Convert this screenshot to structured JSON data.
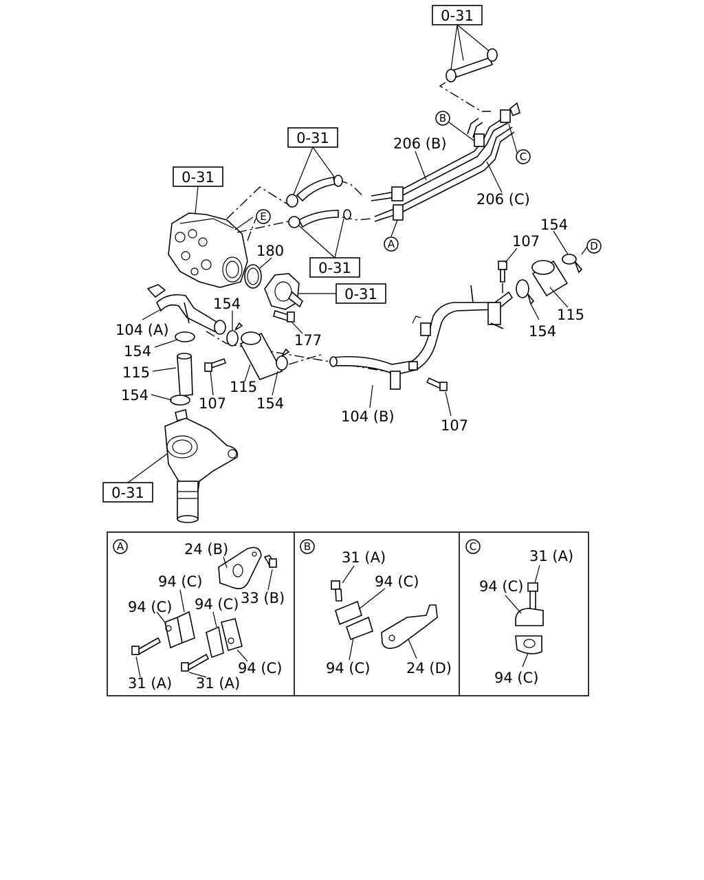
{
  "diagram": {
    "ref_label": "0-31",
    "callouts": {
      "c206b": "206 (B)",
      "c206c": "206 (C)",
      "c154_tr": "154",
      "c107_tr": "107",
      "c180": "180",
      "c154_mid": "154",
      "c104a": "104 (A)",
      "c154_l1": "154",
      "c115_l": "115",
      "c154_l2": "154",
      "c107_l": "107",
      "c115_m": "115",
      "c154_m2": "154",
      "c177": "177",
      "c104b": "104 (B)",
      "c107_b": "107",
      "c115_r": "115",
      "c154_r": "154"
    },
    "circle_markers": {
      "a": "A",
      "b": "B",
      "c": "C",
      "d": "D",
      "e": "E"
    },
    "detail_boxes": {
      "a": {
        "marker": "A",
        "labels": {
          "l24b": "24 (B)",
          "l33b": "33 (B)",
          "l94c_1": "94 (C)",
          "l94c_2": "94 (C)",
          "l94c_3": "94 (C)",
          "l94c_4": "94 (C)",
          "l31a_1": "31 (A)",
          "l31a_2": "31 (A)"
        }
      },
      "b": {
        "marker": "B",
        "labels": {
          "l31a": "31 (A)",
          "l94c_1": "94 (C)",
          "l94c_2": "94 (C)",
          "l24d": "24 (D)"
        }
      },
      "c": {
        "marker": "C",
        "labels": {
          "l31a": "31 (A)",
          "l94c_1": "94 (C)",
          "l94c_2": "94 (C)"
        }
      }
    }
  }
}
